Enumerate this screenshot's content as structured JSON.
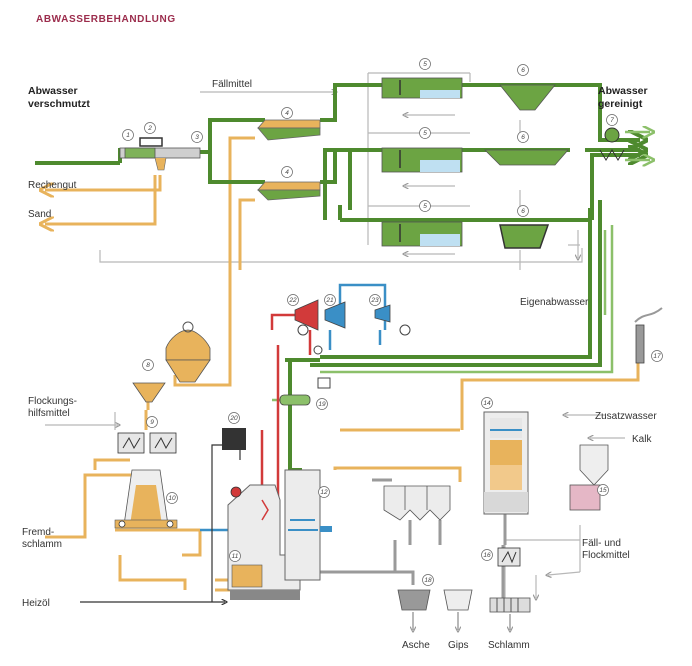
{
  "title": "ABWASSERBEHANDLUNG",
  "labels": {
    "abwasser_verschmutzt_1": "Abwasser",
    "abwasser_verschmutzt_2": "verschmutzt",
    "abwasser_gereinigt_1": "Abwasser",
    "abwasser_gereinigt_2": "gereinigt",
    "faellmittel": "Fällmittel",
    "rechengut": "Rechengut",
    "sand": "Sand",
    "eigenabwasser": "Eigenabwasser",
    "flockungs_1": "Flockungs-",
    "flockungs_2": "hilfsmittel",
    "zusatzwasser": "Zusatzwasser",
    "kalk": "Kalk",
    "fremd_1": "Fremd-",
    "fremd_2": "schlamm",
    "heizoel": "Heizöl",
    "fall_flock_1": "Fäll- und",
    "fall_flock_2": "Flockmittel",
    "asche": "Asche",
    "gips": "Gips",
    "schlamm": "Schlamm"
  },
  "numbers": [
    "1",
    "2",
    "3",
    "4",
    "4",
    "5",
    "5",
    "5",
    "6",
    "6",
    "6",
    "7",
    "8",
    "9",
    "10",
    "11",
    "12",
    "14",
    "15",
    "16",
    "17",
    "18",
    "19",
    "20",
    "21",
    "22",
    "23"
  ],
  "colors": {
    "water": "#4e8a2e",
    "water_light": "#8cc06a",
    "sludge": "#e8b35c",
    "grey": "#a9a9a9",
    "red": "#d23a3a",
    "blue": "#3a8fc6",
    "title": "#9b2c4c"
  }
}
